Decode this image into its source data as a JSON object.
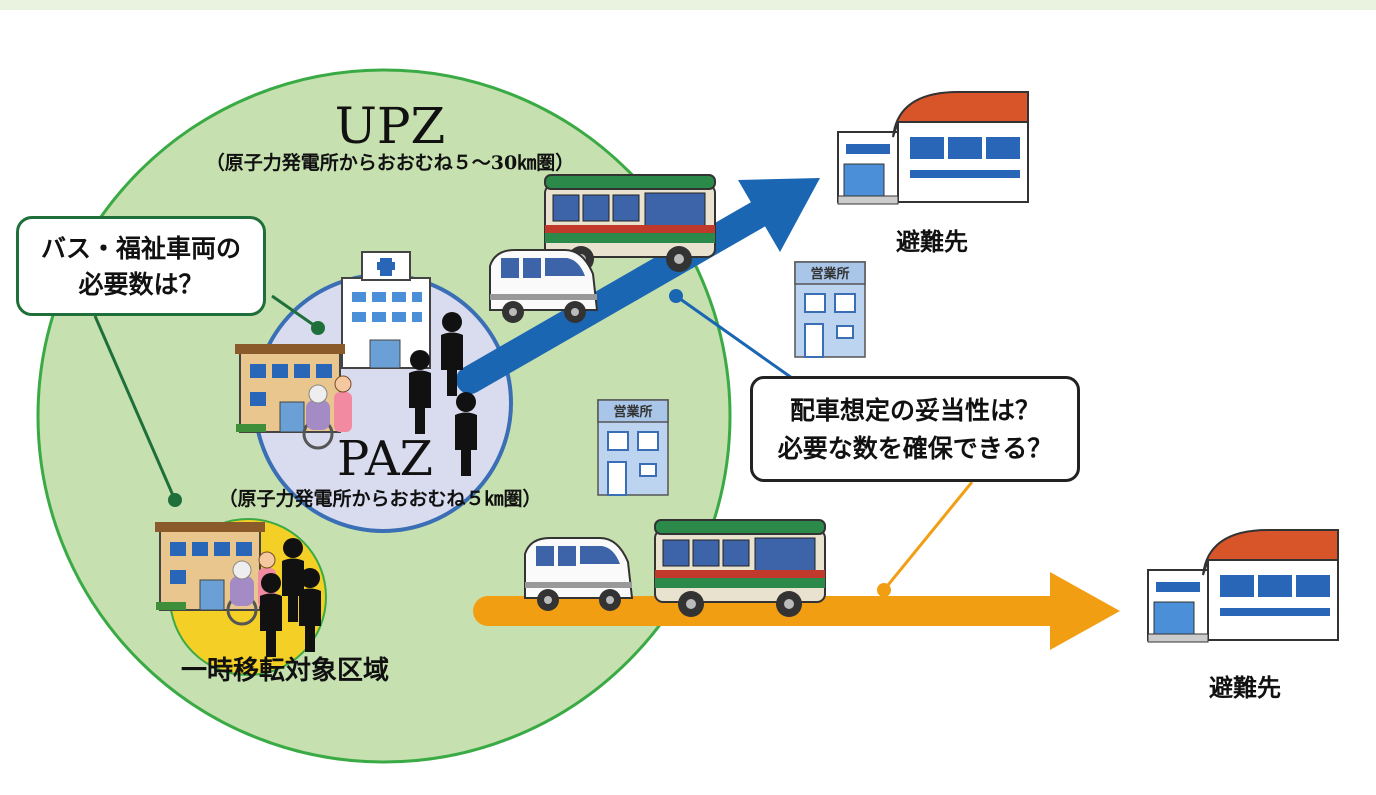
{
  "zones": {
    "upz": {
      "title": "UPZ",
      "subtitle": "（原子力発電所からおおむね５～30㎞圏）"
    },
    "paz": {
      "title": "PAZ",
      "subtitle": "（原子力発電所からおおむね５㎞圏）"
    },
    "temporary_relocation": {
      "label": "一時移転対象区域"
    }
  },
  "callouts": {
    "vehicle_need": {
      "line1": "バス・福祉車両の",
      "line2": "必要数は？"
    },
    "dispatch_validity": {
      "line1": "配車想定の妥当性は？",
      "line2": "必要な数を確保できる？"
    }
  },
  "shelters": [
    {
      "label": "避難先"
    },
    {
      "label": "避難先"
    }
  ],
  "offices": [
    {
      "sign": "営業所"
    },
    {
      "sign": "営業所"
    }
  ],
  "colors": {
    "upz_fill": "#c6e0b0",
    "upz_border": "#3aaa45",
    "paz_fill": "#d9dbef",
    "paz_border": "#3a6fb5",
    "relocation_fill": "#f4d026",
    "blue_arrow": "#1a66b3",
    "orange_arrow": "#f29e12",
    "green_line": "#1f6f3a",
    "blue_line": "#1a66b3",
    "orange_line": "#f29e12"
  }
}
